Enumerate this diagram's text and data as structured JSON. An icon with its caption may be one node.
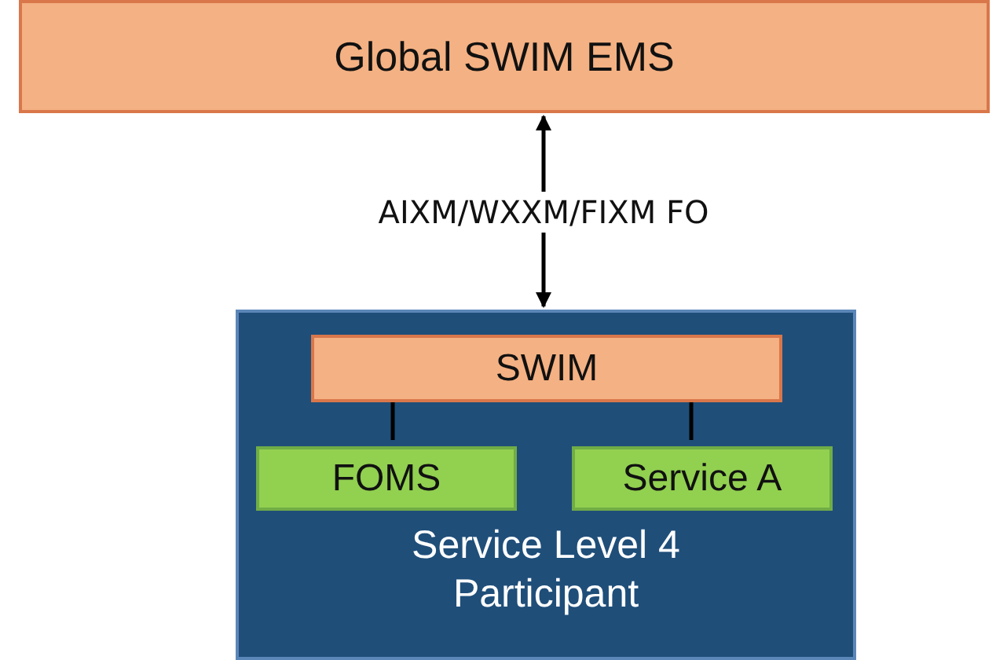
{
  "diagram": {
    "nodes": [
      {
        "text": [
          "Global SWIM EMS"
        ]
      },
      {
        "text": [
          "Service Level 4 Participant"
        ]
      },
      {
        "text": [
          "SWIM"
        ],
        "in": 1
      },
      {
        "text": [
          "FOMS"
        ],
        "in": 1
      },
      {
        "text": [
          "Service A"
        ],
        "in": 1
      }
    ],
    "edges": [
      {
        "from": 0,
        "to": 1,
        "arrow": "both",
        "label": "AIXM/WXXM/FIXM FO"
      },
      {
        "from": 2,
        "to": 3,
        "arrow": "none"
      },
      {
        "from": 2,
        "to": 4,
        "arrow": "none"
      }
    ]
  }
}
